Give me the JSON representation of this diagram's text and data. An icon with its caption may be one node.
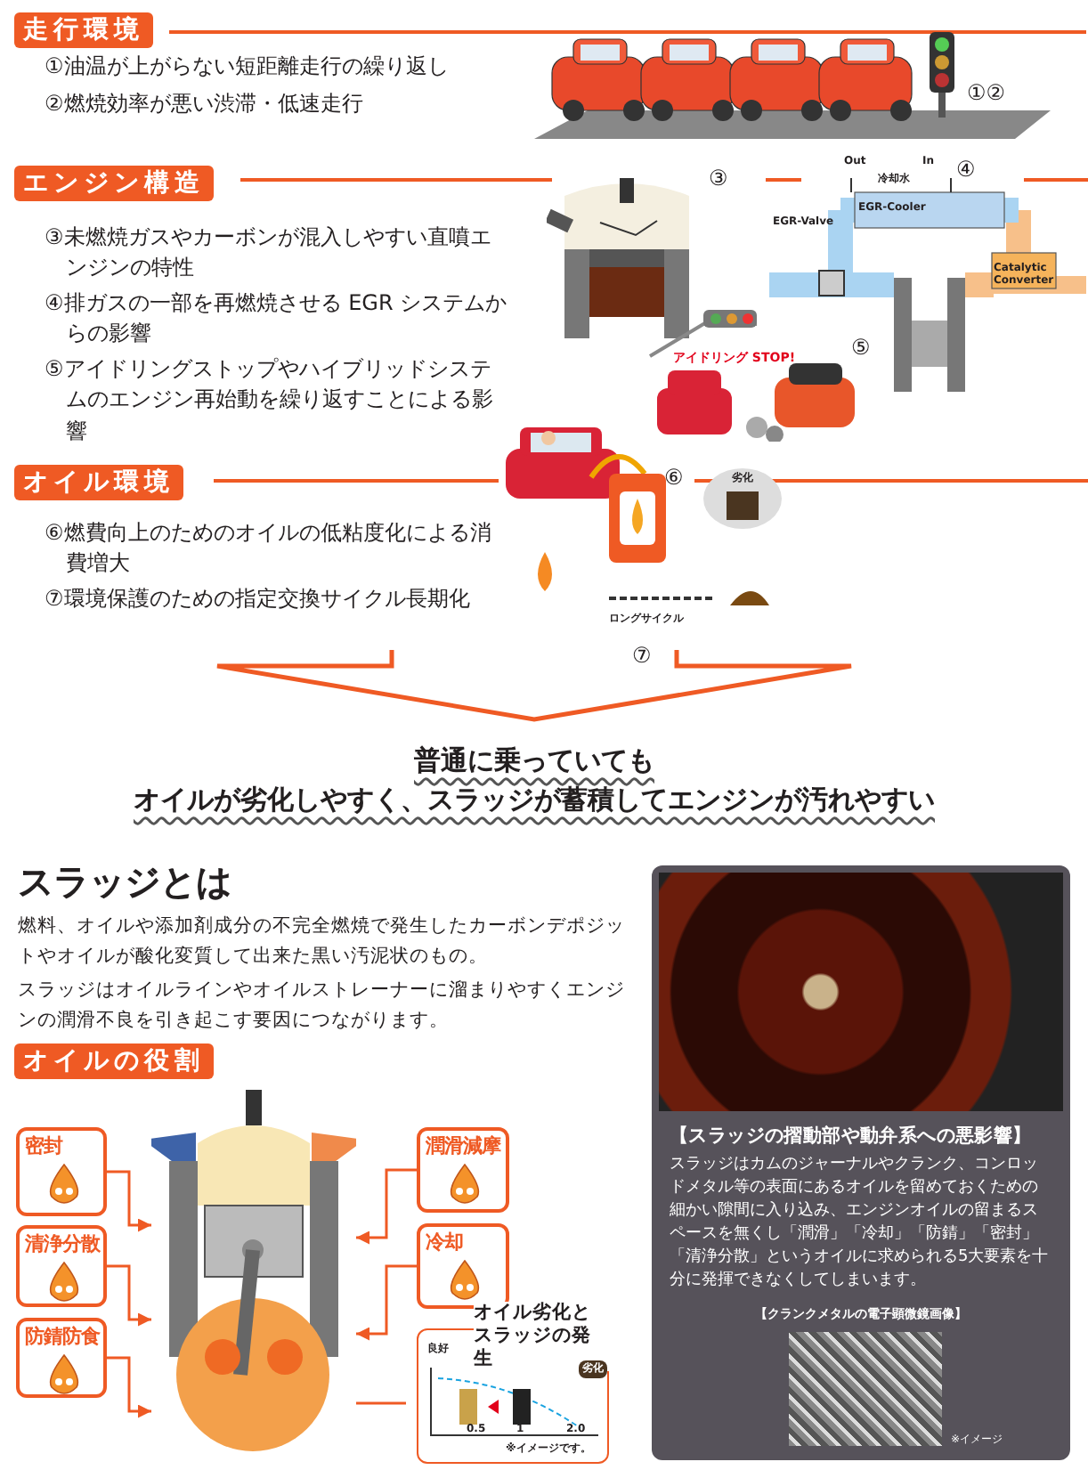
{
  "diagram": {
    "nodes": [
      {
        "text": [
          "【スラッジの摺動部や動弁系への悪影響】",
          "スラッジはカムのジャーナルやクランク、コンロッドメタル等の表面にあるオイルを留めておくための細かい隙間に入り込み、エンジンオイルの留まるスペースを無くし「潤滑」「冷却」「防錆」「密封」「清浄分散」というオイルに求められる5大要素を十分に発揮できなくしてしまいます。",
          "【クランクメタルの電子顕微鏡画像】",
          "※イメージ"
        ]
      },
      {
        "text": [
          "密封"
        ]
      },
      {
        "text": [
          "潤滑減摩"
        ]
      },
      {
        "text": [
          "清浄分散"
        ]
      },
      {
        "text": [
          "冷却"
        ]
      },
      {
        "text": [
          "防錆防食"
        ]
      },
      {
        "text": [
          "オイル劣化とスラッジの発生"
        ]
      },
      {
        "text": [],
        "shape": "picture"
      }
    ],
    "edges": [
      {
        "from": 1,
        "to": 7,
        "arrow": "to"
      },
      {
        "from": 2,
        "to": 7,
        "arrow": "to"
      },
      {
        "from": 3,
        "to": 7,
        "arrow": "to"
      },
      {
        "from": 4,
        "to": 7,
        "arrow": "to"
      },
      {
        "from": 5,
        "to": 7,
        "arrow": "to"
      },
      {
        "from": 6,
        "to": 7,
        "arrow": "none"
      }
    ],
    "labels": [
      "走行環境",
      "①油温が上がらない短距離走行の繰り返し",
      "②燃焼効率が悪い渋滞・低速走行",
      "①②",
      "エンジン構造",
      "③",
      "Out",
      "In",
      "冷却水",
      "④",
      "EGR-Cooler",
      "EGR-Valve",
      "Catalytic Converter",
      "③未燃焼ガスやカーボンが混入しやすい直噴エンジンの特性",
      "④排ガスの一部を再燃焼させる EGR システムからの影響",
      "アイドリング STOP!",
      "⑤",
      "⑤アイドリングストップやハイブリッドシステムのエンジン再始動を繰り返すことによる影響",
      "オイル環境",
      "⑥",
      "⑥燃費向上のためのオイルの低粘度化による消費増大",
      "劣化",
      "⑦環境保護のための指定交換サイクル長期化",
      "ロングサイクル",
      "⑦",
      "普通に乗っていても",
      "オイルが劣化しやすく、スラッジが蓄積してエンジンが汚れやすい",
      "スラッジとは",
      "燃料、オイルや添加剤成分の不完全燃焼で発生したカーボンデポジットやオイルが酸化変質して出来た黒い汚泥状のもの。",
      "スラッジはオイルラインやオイルストレーナーに溜まりやすくエンジンの潤滑不良を引き起こす要因につながります。",
      "オイルの役割",
      "良好",
      "劣化",
      "0.5",
      "1",
      "2.0",
      "※イメージです。"
    ]
  }
}
